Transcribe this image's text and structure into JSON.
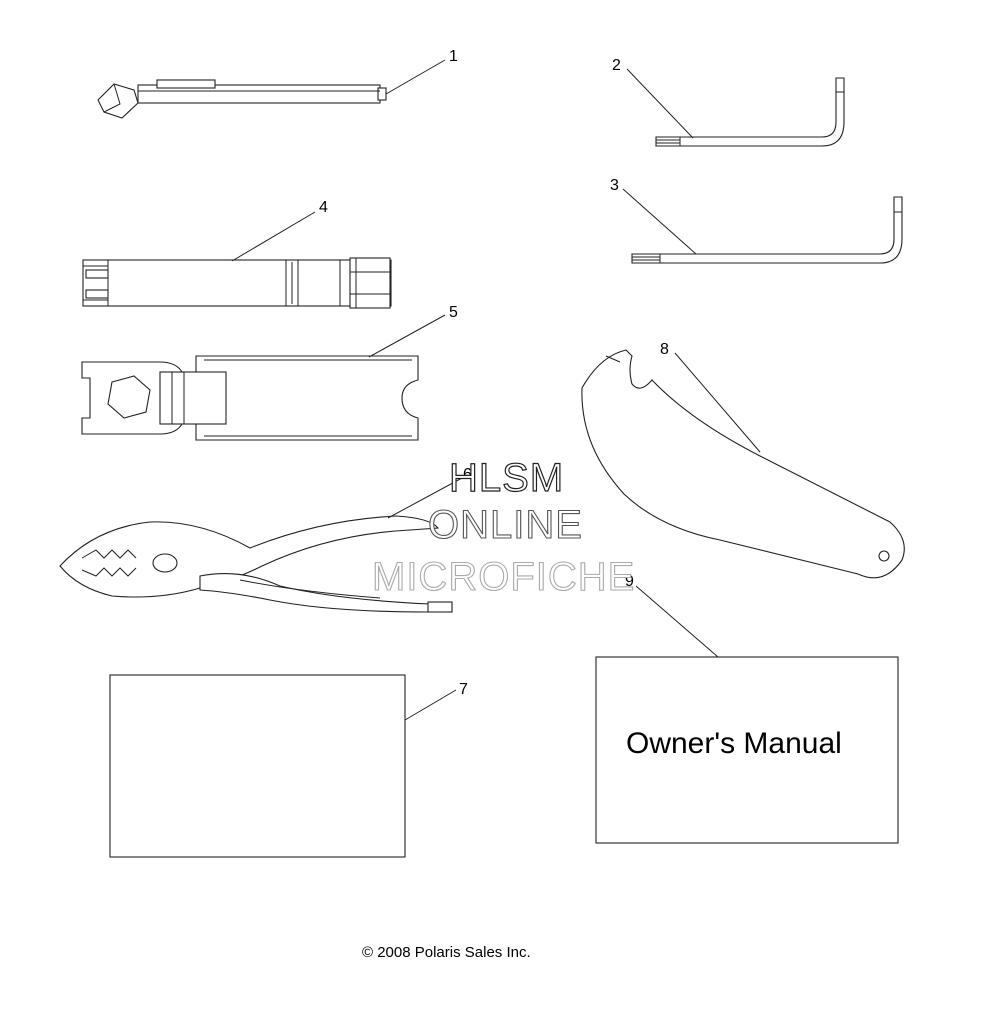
{
  "callouts": {
    "c1": "1",
    "c2": "2",
    "c3": "3",
    "c4": "4",
    "c5": "5",
    "c6": "6",
    "c7": "7",
    "c8": "8",
    "c9": "9"
  },
  "watermark": {
    "line1": "HLSM",
    "line2": "ONLINE",
    "line3": "MICROFICHE"
  },
  "manual": {
    "label": "Owner's Manual"
  },
  "footer": {
    "copyright": "© 2008 Polaris Sales Inc."
  }
}
